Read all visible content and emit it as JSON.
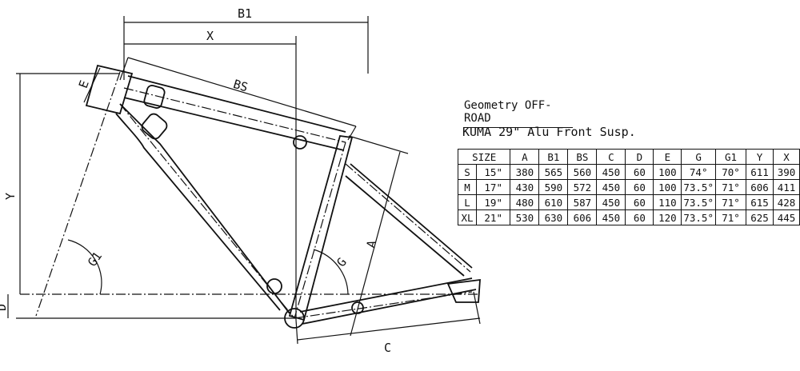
{
  "heading": "Geometry OFF-ROAD",
  "model": "KUMA 29\" Alu Front Susp.",
  "labels": {
    "B1": "B1",
    "X": "X",
    "BS": "BS",
    "E": "E",
    "Y": "Y",
    "G1": "G1",
    "G": "G",
    "A": "A",
    "C": "C",
    "D": "D"
  },
  "table": {
    "headers": [
      "SIZE",
      "A",
      "B1",
      "BS",
      "C",
      "D",
      "E",
      "G",
      "G1",
      "Y",
      "X"
    ],
    "rows": [
      [
        "S",
        "15\"",
        "380",
        "565",
        "560",
        "450",
        "60",
        "100",
        "74°",
        "70°",
        "611",
        "390"
      ],
      [
        "M",
        "17\"",
        "430",
        "590",
        "572",
        "450",
        "60",
        "100",
        "73.5°",
        "71°",
        "606",
        "411"
      ],
      [
        "L",
        "19\"",
        "480",
        "610",
        "587",
        "450",
        "60",
        "110",
        "73.5°",
        "71°",
        "615",
        "428"
      ],
      [
        "XL",
        "21\"",
        "530",
        "630",
        "606",
        "450",
        "60",
        "120",
        "73.5°",
        "71°",
        "625",
        "445"
      ]
    ]
  }
}
